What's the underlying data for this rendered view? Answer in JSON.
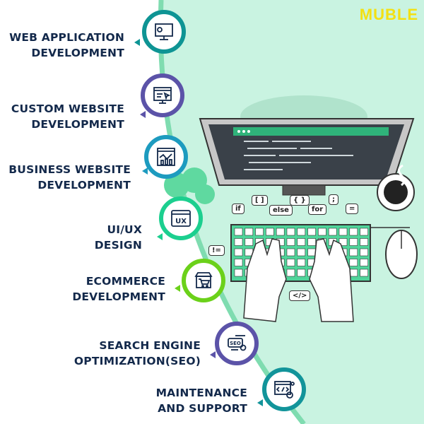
{
  "brand": {
    "logo": "MUBLE"
  },
  "services": [
    {
      "line1": "WEB APPLICATION",
      "line2": "DEVELOPMENT",
      "icon": "monitor-gear-icon",
      "color": "#0e9494"
    },
    {
      "line1": "CUSTOM WEBSITE",
      "line2": "DEVELOPMENT",
      "icon": "browser-cursor-icon",
      "color": "#5b53a8"
    },
    {
      "line1": "BUSINESS WEBSITE",
      "line2": "DEVELOPMENT",
      "icon": "analytics-chart-icon",
      "color": "#1d9bbf"
    },
    {
      "line1": "UI/UX",
      "line2": "DESIGN",
      "icon": "ux-window-icon",
      "color": "#1ccf8f"
    },
    {
      "line1": "ECOMMERCE",
      "line2": "DEVELOPMENT",
      "icon": "shop-cart-icon",
      "color": "#6bd11a"
    },
    {
      "line1": "SEARCH ENGINE",
      "line2": "OPTIMIZATION(SEO)",
      "icon": "seo-gear-icon",
      "color": "#5b53a8"
    },
    {
      "line1": "MAINTENANCE",
      "line2": "AND SUPPORT",
      "icon": "code-gear-icon",
      "color": "#12949a"
    }
  ],
  "illustration": {
    "bubbles": [
      "if",
      "[ ]",
      "else",
      "{ }",
      "for",
      ";",
      "=",
      "!=",
      "</>"
    ],
    "seo_text": "SEO",
    "ux_text": "UX"
  },
  "colors": {
    "mint": "#c9f3e1",
    "arc": "#7fdcb0",
    "navy": "#13294b",
    "keyboard": "#4fd49a"
  }
}
